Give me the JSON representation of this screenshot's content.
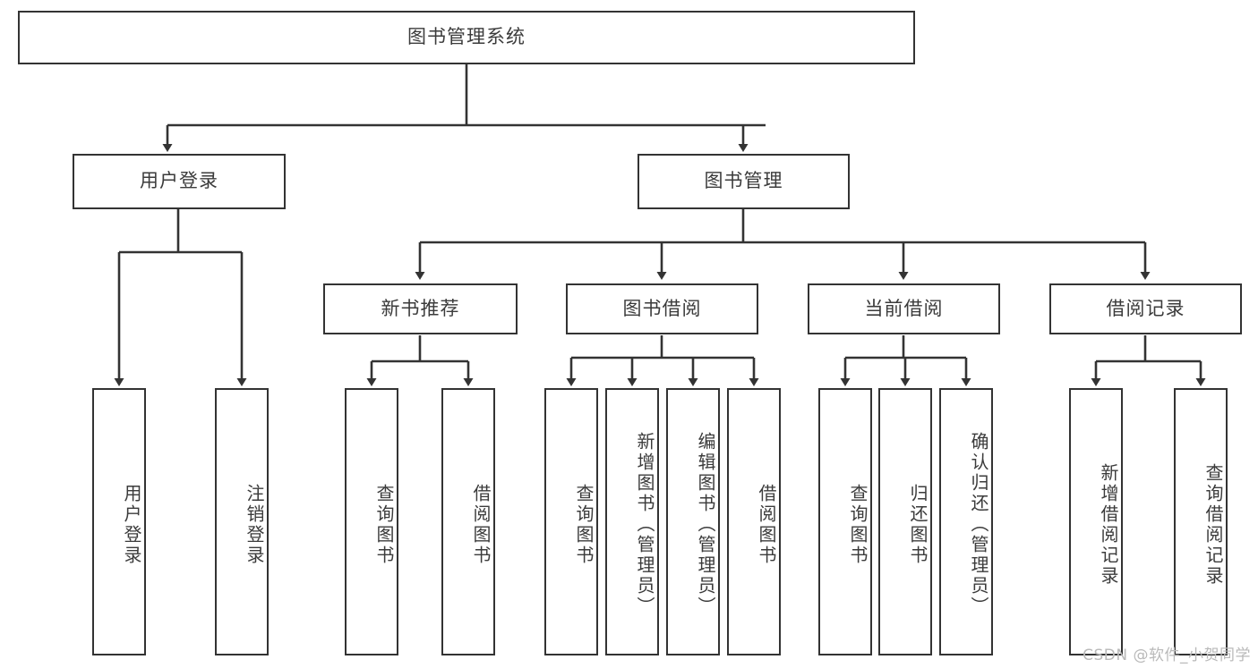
{
  "diagram": {
    "title": "图书管理系统",
    "watermark": "CSDN @软件_小贺同学",
    "root": {
      "id": "root",
      "label": "图书管理系统"
    },
    "level1": [
      {
        "id": "user-login",
        "label": "用户登录"
      },
      {
        "id": "book-management",
        "label": "图书管理"
      }
    ],
    "level2": [
      {
        "id": "new-book-recommend",
        "label": "新书推荐"
      },
      {
        "id": "book-borrow",
        "label": "图书借阅"
      },
      {
        "id": "current-borrow",
        "label": "当前借阅"
      },
      {
        "id": "borrow-record",
        "label": "借阅记录"
      }
    ],
    "leaves": {
      "user_login": [
        {
          "id": "leaf-user-login",
          "label": "用户登录"
        },
        {
          "id": "leaf-logout-login",
          "label": "注销登录"
        }
      ],
      "new_book_recommend": [
        {
          "id": "leaf-query-book-1",
          "label": "查询图书"
        },
        {
          "id": "leaf-borrow-book-1",
          "label": "借阅图书"
        }
      ],
      "book_borrow": [
        {
          "id": "leaf-query-book-2",
          "label": "查询图书"
        },
        {
          "id": "leaf-add-book-admin",
          "label": "新增图书（管理员）"
        },
        {
          "id": "leaf-edit-book-admin",
          "label": "编辑图书（管理员）"
        },
        {
          "id": "leaf-borrow-book-2",
          "label": "借阅图书"
        }
      ],
      "current_borrow": [
        {
          "id": "leaf-query-book-3",
          "label": "查询图书"
        },
        {
          "id": "leaf-return-book",
          "label": "归还图书"
        },
        {
          "id": "leaf-confirm-return-admin",
          "label": "确认归还（管理员）"
        }
      ],
      "borrow_record": [
        {
          "id": "leaf-add-borrow-record",
          "label": "新增借阅记录"
        },
        {
          "id": "leaf-query-borrow-record",
          "label": "查询借阅记录"
        }
      ]
    },
    "colors": {
      "stroke": "#333333",
      "text": "#3b3b3b",
      "background": "#ffffff",
      "watermark": "#b9b9b9"
    }
  }
}
